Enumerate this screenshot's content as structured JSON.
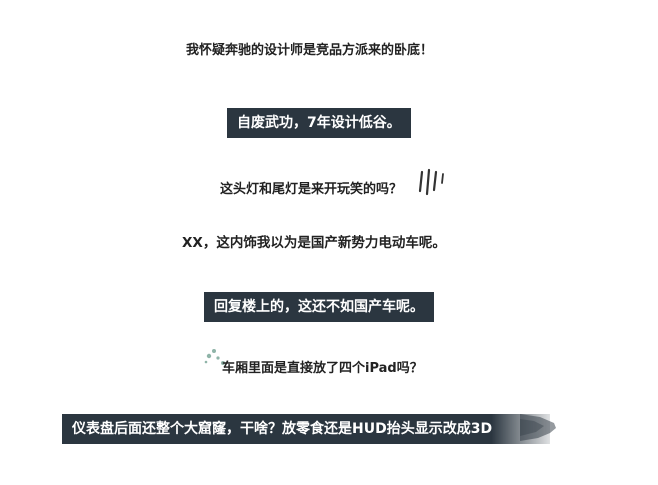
{
  "lines": [
    "我怀疑奔驰的设计师是竞品方派来的卧底！",
    "自废武功，7年设计低谷。",
    "这头灯和尾灯是来开玩笑的吗？",
    "XX，这内饰我以为是国产新势力电动车呢。",
    "回复楼上的，这还不如国产车呢。",
    "车厢里面是直接放了四个iPad吗？",
    "仪表盘后面还整个大窟窿，干啥？放零食还是HUD抬头显示改成3D"
  ],
  "icons": {
    "scratch": "scratch-marks-icon",
    "sparkle": "sparkle-dots-icon"
  },
  "colors": {
    "text": "#222222",
    "highlight_bg": "#2b3640",
    "highlight_text": "#ffffff"
  }
}
